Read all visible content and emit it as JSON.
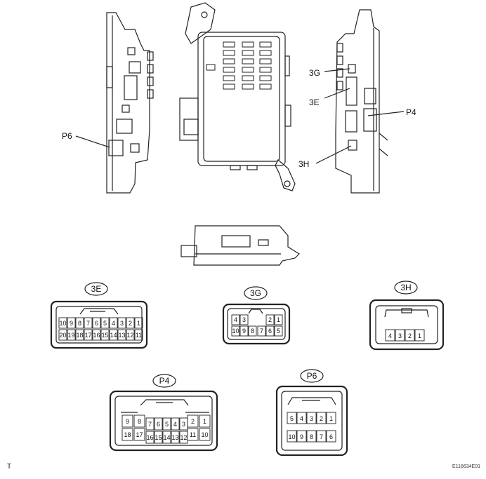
{
  "callouts": {
    "p6": "P6",
    "g3": "3G",
    "e3": "3E",
    "p4": "P4",
    "h3": "3H"
  },
  "connectors": {
    "c3E": {
      "tag": "3E",
      "top_pins": [
        "10",
        "9",
        "8",
        "7",
        "6",
        "5",
        "4",
        "3",
        "2",
        "1"
      ],
      "bottom_pins": [
        "20",
        "19",
        "18",
        "17",
        "16",
        "15",
        "14",
        "13",
        "12",
        "11"
      ]
    },
    "c3G": {
      "tag": "3G",
      "top_pins": [
        "4",
        "3",
        "2",
        "1"
      ],
      "bottom_pins": [
        "10",
        "9",
        "8",
        "7",
        "6",
        "5"
      ]
    },
    "c3H": {
      "tag": "3H",
      "pins": [
        "4",
        "3",
        "2",
        "1"
      ]
    },
    "cP4": {
      "tag": "P4",
      "top_left_pins": [
        "9",
        "8"
      ],
      "top_mid_pins": [
        "7",
        "6",
        "5",
        "4",
        "3"
      ],
      "top_right_pins": [
        "2",
        "1"
      ],
      "bottom_pins": [
        "18",
        "17",
        "16",
        "15",
        "14",
        "13",
        "12",
        "11",
        "10"
      ]
    },
    "cP6": {
      "tag": "P6",
      "top_pins": [
        "5",
        "4",
        "3",
        "2",
        "1"
      ],
      "bottom_pins": [
        "10",
        "9",
        "8",
        "7",
        "6"
      ]
    }
  },
  "footer": {
    "left_mark": "T",
    "figure_id": "E116634E01"
  }
}
